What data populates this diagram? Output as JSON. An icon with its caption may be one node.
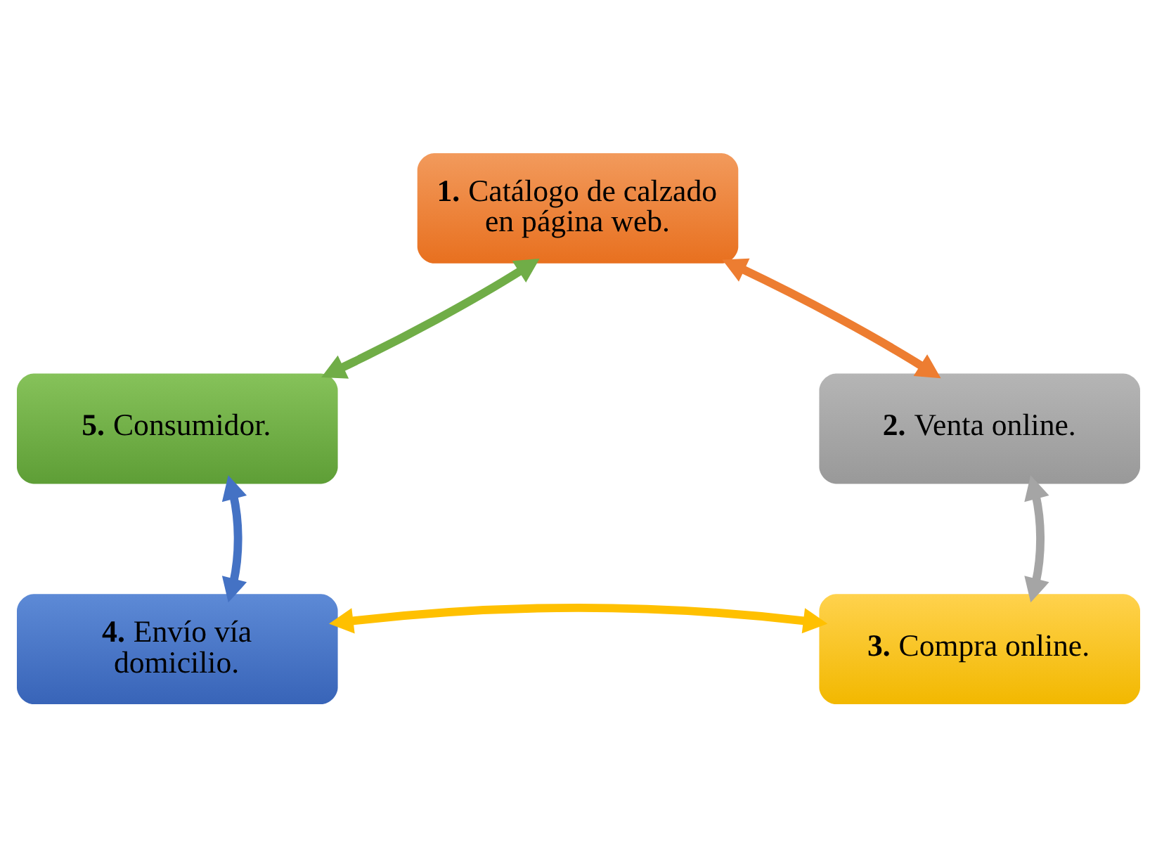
{
  "diagram": {
    "nodes": [
      {
        "text": [
          "**1.** Catálogo de calzado en página web."
        ]
      },
      {
        "text": [
          "**2.** Venta online."
        ]
      },
      {
        "text": [
          "**3.** Compra online."
        ]
      },
      {
        "text": [
          "**4.** Envío vía domicilio."
        ]
      },
      {
        "text": [
          "**5.** Consumidor."
        ]
      }
    ],
    "edges": [
      {
        "from": 0,
        "to": 1,
        "arrow": "both",
        "color": "#ed7d31"
      },
      {
        "from": 1,
        "to": 2,
        "arrow": "both",
        "color": "#a5a5a5"
      },
      {
        "from": 2,
        "to": 3,
        "arrow": "both",
        "color": "#ffc000"
      },
      {
        "from": 3,
        "to": 4,
        "arrow": "both",
        "color": "#4472c4"
      },
      {
        "from": 4,
        "to": 0,
        "arrow": "both",
        "color": "#70ad47"
      }
    ]
  }
}
